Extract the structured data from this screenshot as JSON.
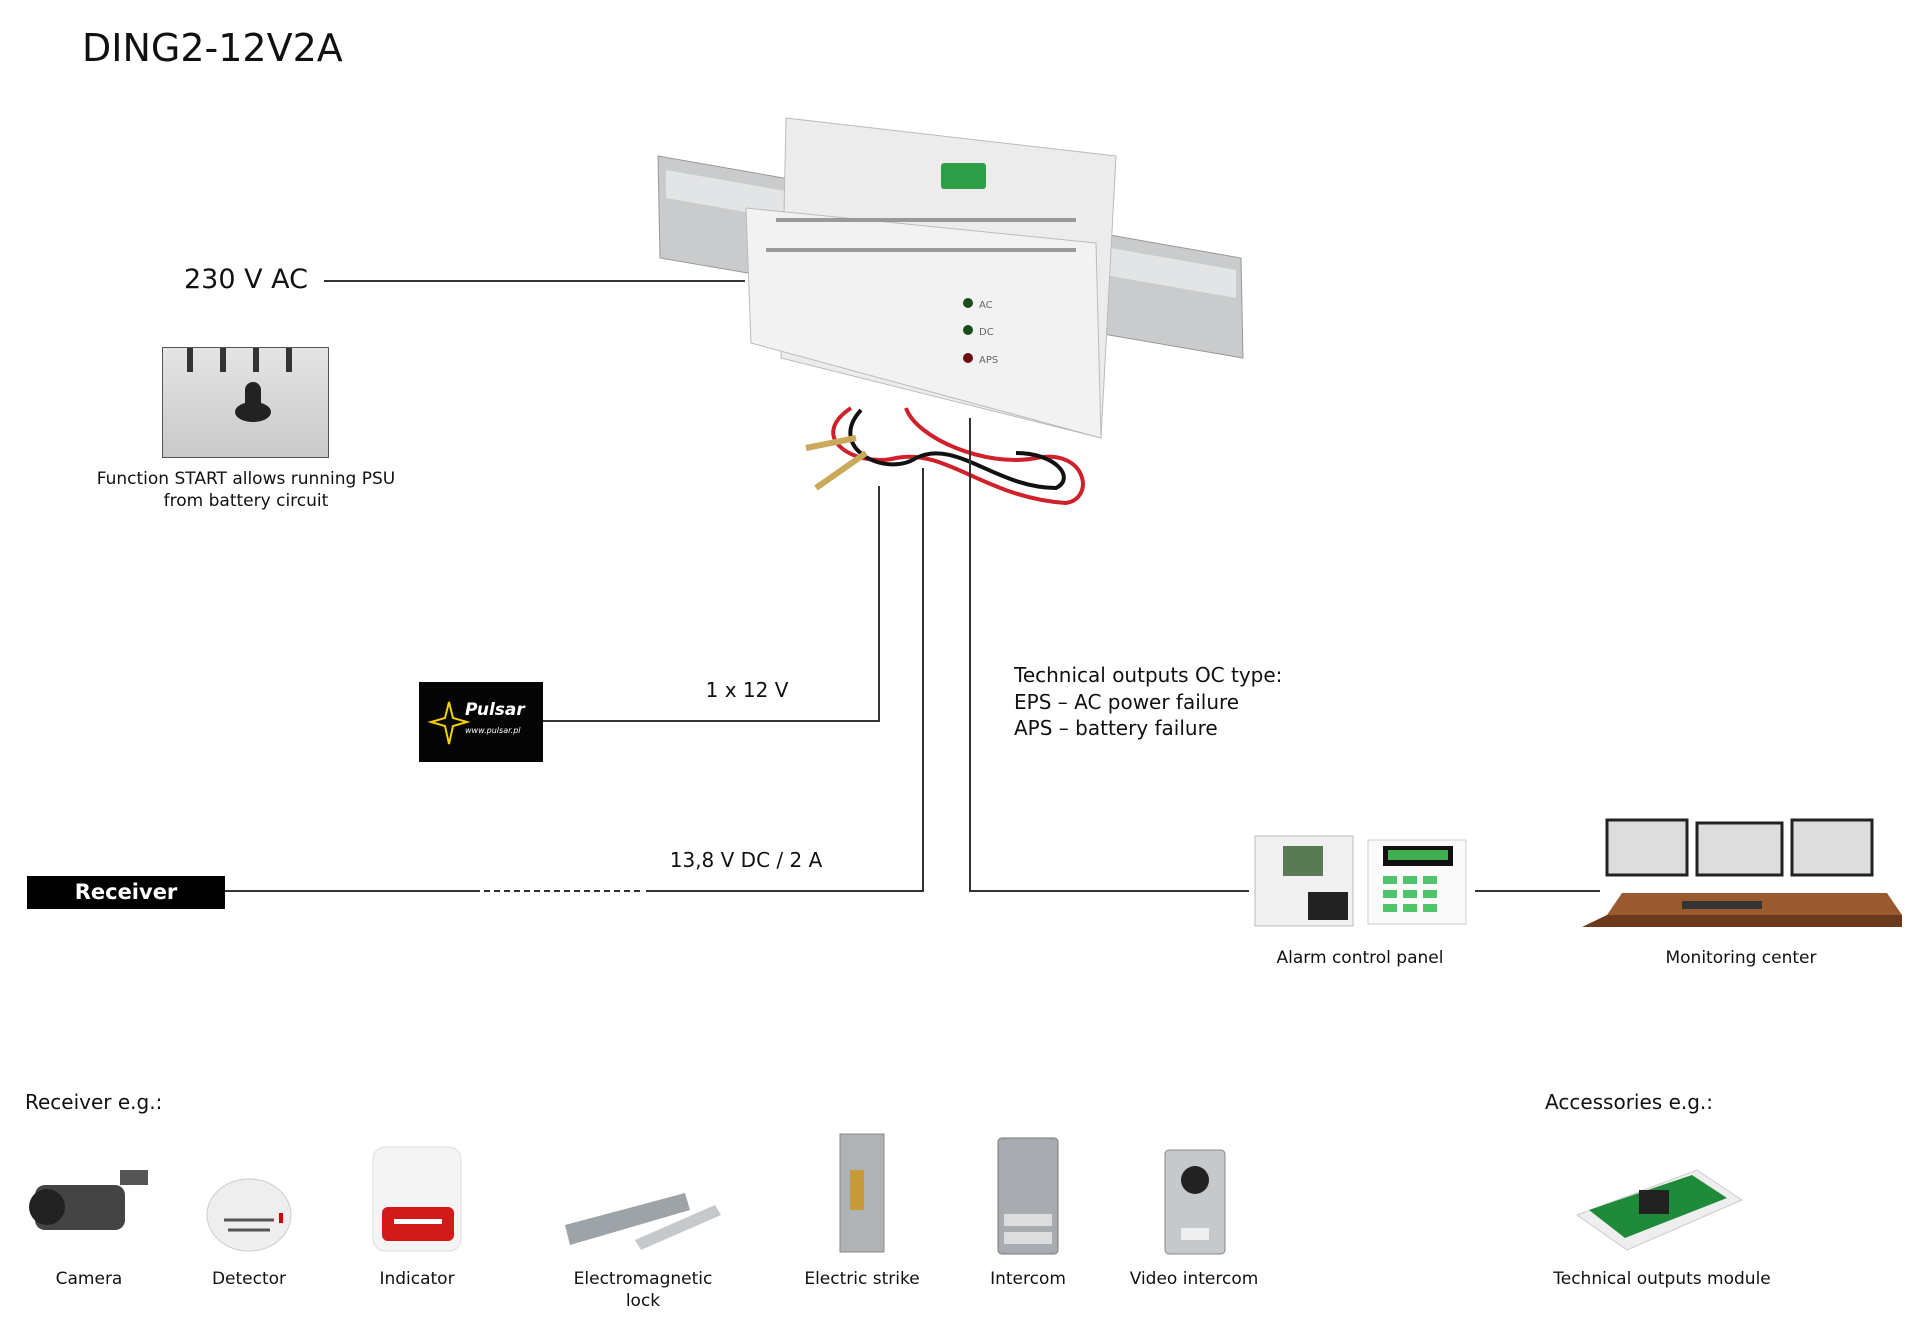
{
  "title": "DING2-12V2A",
  "input_label": "230 V AC",
  "start_caption": [
    "Function START allows running PSU",
    "from battery circuit"
  ],
  "battery_label": "1 x 12 V",
  "battery_logo": {
    "brand": "Pulsar",
    "url": "www.pulsar.pl"
  },
  "output_label": "13,8 V DC / 2 A",
  "receiver_label": "Receiver",
  "technical_outputs": [
    "Technical outputs OC type:",
    "EPS – AC power failure",
    "APS – battery failure"
  ],
  "alarm_panel_label": "Alarm control panel",
  "monitoring_label": "Monitoring center",
  "device_leds": [
    "AC",
    "DC",
    "APS"
  ],
  "receivers_heading": "Receiver e.g.:",
  "receivers": [
    {
      "label": "Camera"
    },
    {
      "label": "Detector"
    },
    {
      "label": "Indicator"
    },
    {
      "label": "Electromagnetic",
      "label2": "lock"
    },
    {
      "label": "Electric strike"
    },
    {
      "label": "Intercom"
    },
    {
      "label": "Video intercom"
    }
  ],
  "accessories_heading": "Accessories e.g.:",
  "accessories": [
    {
      "label": "Technical outputs module"
    }
  ]
}
